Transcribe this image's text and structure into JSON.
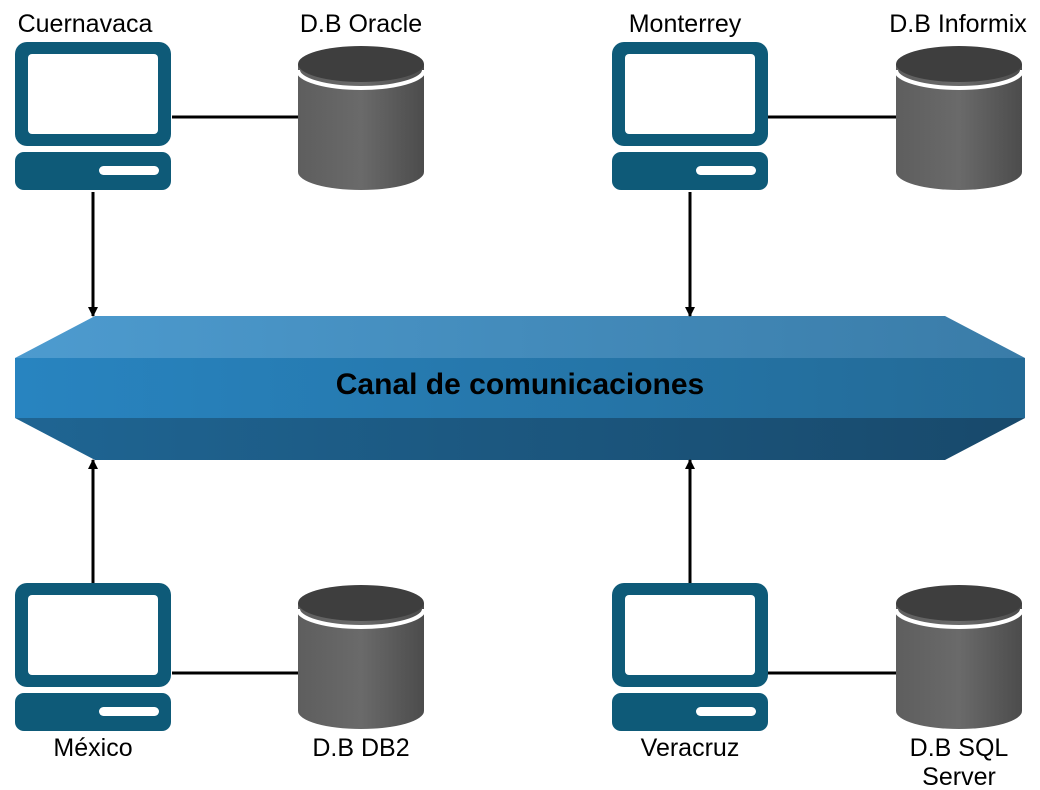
{
  "bus": {
    "label": "Canal de comunicaciones"
  },
  "nodes": [
    {
      "id": "cuernavaca",
      "computer_label": "Cuernavaca",
      "db_label": "D.B Oracle"
    },
    {
      "id": "monterrey",
      "computer_label": "Monterrey",
      "db_label": "D.B Informix"
    },
    {
      "id": "mexico",
      "computer_label": "México",
      "db_label": "D.B DB2"
    },
    {
      "id": "veracruz",
      "computer_label": "Veracruz",
      "db_label_line1": "D.B SQL",
      "db_label_line2": "Server"
    }
  ],
  "colors": {
    "computer_frame": "#0e5a78",
    "screen_fill": "#ffffff",
    "database_body": "#585858",
    "database_top": "#3e3e3e",
    "bus_top": "#4a95c6",
    "bus_middle": "#2a7fb3",
    "bus_bottom": "#1d5a82",
    "connector": "#000000"
  }
}
